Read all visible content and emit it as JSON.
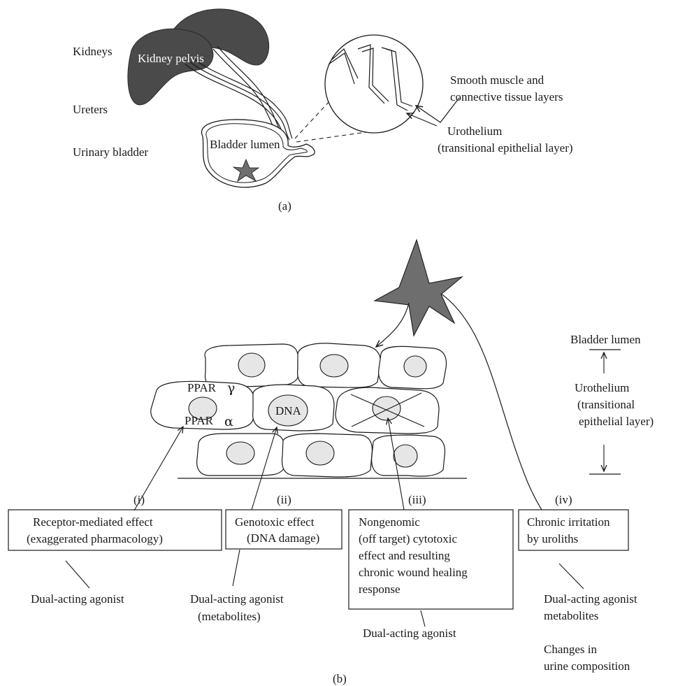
{
  "panel_a": {
    "label_kidneys": "Kidneys",
    "label_kidney_pelvis": "Kidney pelvis",
    "label_ureters": "Ureters",
    "label_urinary_bladder": "Urinary bladder",
    "label_bladder_lumen": "Bladder lumen",
    "label_smooth_muscle_1": "Smooth muscle and",
    "label_smooth_muscle_2": "connective tissue layers",
    "label_urothelium": "Urothelium",
    "label_urothelium_detail": "(transitional epithelial layer)",
    "caption": "(a)"
  },
  "panel_b": {
    "cell_labels": {
      "ppar_gamma": "PPAR",
      "gamma_symbol": "γ",
      "ppar_alpha": "PPAR",
      "alpha_symbol": "α",
      "dna": "DNA"
    },
    "side_labels": {
      "bladder_lumen": "Bladder lumen",
      "urothelium": "Urothelium",
      "urothelium_line2": "(transitional",
      "urothelium_line3": "epithelial layer)"
    },
    "mechanisms": [
      {
        "numeral": "(i)",
        "box_lines": [
          "Receptor-mediated effect",
          "(exaggerated pharmacology)"
        ],
        "agent_lines": [
          "Dual-acting agonist"
        ]
      },
      {
        "numeral": "(ii)",
        "box_lines": [
          "Genotoxic effect",
          "(DNA damage)"
        ],
        "agent_lines": [
          "Dual-acting agonist",
          "(metabolites)"
        ]
      },
      {
        "numeral": "(iii)",
        "box_lines": [
          "Nongenomic",
          "(off target) cytotoxic",
          "effect and resulting",
          "chronic wound healing",
          "response"
        ],
        "agent_lines": [
          "Dual-acting agonist"
        ]
      },
      {
        "numeral": "(iv)",
        "box_lines": [
          "Chronic irritation",
          "by uroliths"
        ],
        "agent_lines": [
          "Dual-acting agonist",
          "metabolites"
        ],
        "extra_lines": [
          "Changes in",
          "urine composition"
        ]
      }
    ],
    "caption": "(b)"
  },
  "colors": {
    "organ_fill": "#4a4a4a",
    "star_fill": "#6e6e6e",
    "nucleus_fill": "#e6e6e6",
    "line": "#1a1a1a"
  }
}
